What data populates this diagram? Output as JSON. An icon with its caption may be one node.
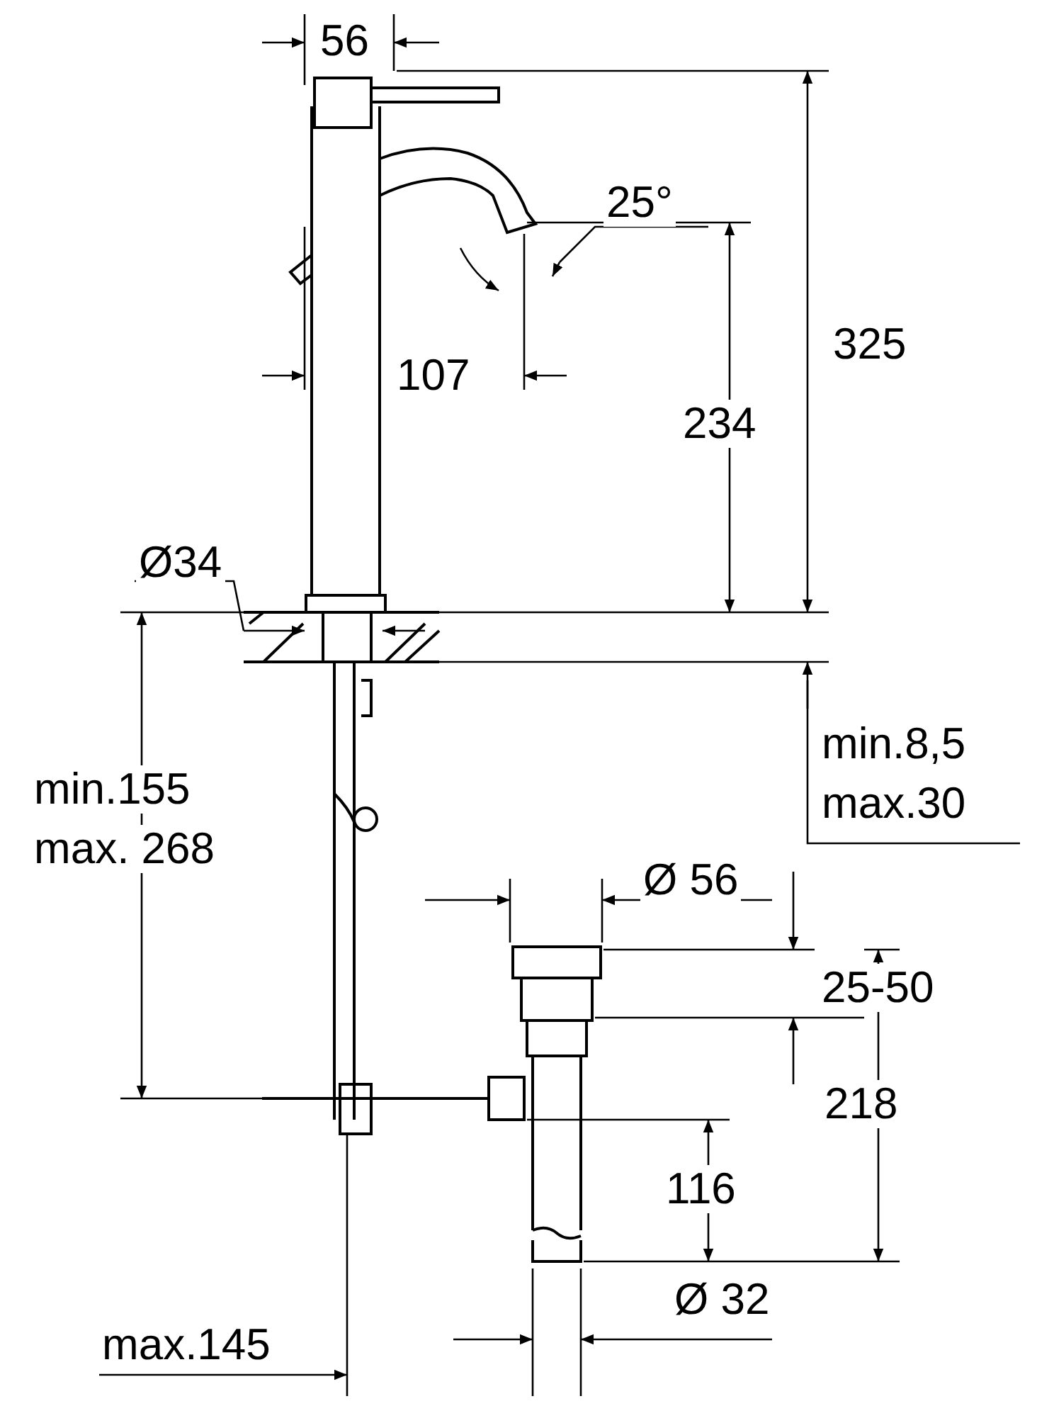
{
  "diagram": {
    "labels": [
      "56",
      "25°",
      "325",
      "107",
      "234",
      "Ø34",
      "min.8,5",
      "max.30",
      "min.155",
      "max. 268",
      "Ø 56",
      "25-50",
      "218",
      "116",
      "Ø 32",
      "max.145"
    ]
  }
}
